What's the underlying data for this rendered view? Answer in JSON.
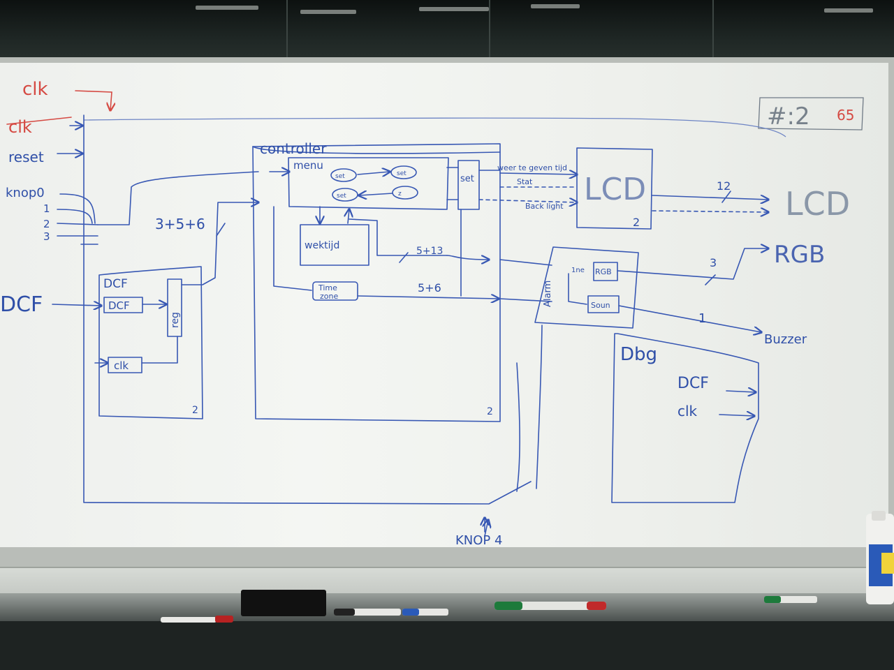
{
  "board_id": "#:2",
  "board_id_suffix": "65",
  "inputs": {
    "clk_red": "clk",
    "clk_crossed": "clk",
    "reset": "reset",
    "knop0": "knop0",
    "knop1": "1",
    "knop2": "2",
    "knop3": "3",
    "dcf": "DCF",
    "knop4": "KNOP 4"
  },
  "dcf_block": {
    "title": "DCF",
    "dcf": "DCF",
    "reg": "reg",
    "clk": "clk",
    "count": "2"
  },
  "bus_label": "3+5+6",
  "controller": {
    "title": "controller",
    "menu": "menu",
    "states": [
      "set",
      "set",
      "set",
      "z"
    ],
    "wektijd": "wektijd",
    "timezone": "Time zone",
    "set": "set",
    "bus_1": "5+13",
    "bus_2": "5+6",
    "count": "2"
  },
  "lcd_block": {
    "title": "LCD",
    "signal_1": "weer te geven tijd",
    "signal_2": "Stat",
    "signal_3": "Back light",
    "bus_width": "12",
    "count": "2"
  },
  "alarm_block": {
    "title": "Alarm",
    "rgb": "RGB",
    "soun": "Soun",
    "sig": "1ne"
  },
  "outputs": {
    "lcd": "LCD",
    "rgb": "RGB",
    "rgb_width": "3",
    "buzzer": "Buzzer",
    "buzzer_width": "1"
  },
  "dbg_block": {
    "title": "Dbg",
    "dcf": "DCF",
    "clk": "clk"
  },
  "colors": {
    "ink_blue": "#2f4fa8",
    "ink_red": "#d54a43",
    "board": "#f1f3f0"
  },
  "icons": [
    "eraser-icon",
    "marker-icon",
    "spray-bottle-icon"
  ]
}
